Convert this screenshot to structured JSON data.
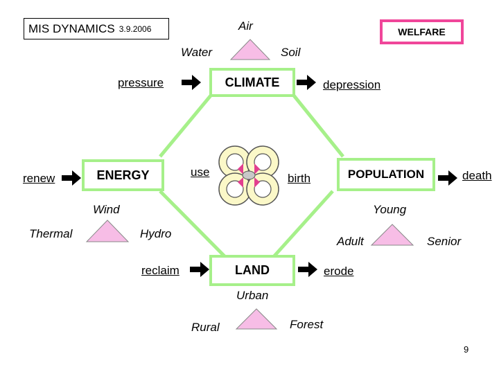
{
  "header": {
    "title": "MIS DYNAMICS",
    "date": "3.9.2006",
    "welfare": "WELFARE"
  },
  "nodes": {
    "climate": "CLIMATE",
    "energy": "ENERGY",
    "population": "POPULATION",
    "land": "LAND"
  },
  "triangles": {
    "climate": {
      "top": "Air",
      "left": "Water",
      "right": "Soil"
    },
    "energy": {
      "top": "Wind",
      "left": "Thermal",
      "right": "Hydro"
    },
    "population": {
      "top": "Young",
      "left": "Adult",
      "right": "Senior"
    },
    "land": {
      "top": "Urban",
      "left": "Rural",
      "right": "Forest"
    }
  },
  "flows": {
    "pressure": "pressure",
    "depression": "depression",
    "renew": "renew",
    "use": "use",
    "birth": "birth",
    "death": "death",
    "reclaim": "reclaim",
    "erode": "erode"
  },
  "page_number": "9",
  "colors": {
    "hexagon_green": "#a6f08a",
    "welfare_border": "#f0469a",
    "triangle_fill": "#f7bde6",
    "ring_fill": "#fbf8c8",
    "center_magenta": "#e23f8f",
    "center_oval": "#c8c8c8"
  }
}
